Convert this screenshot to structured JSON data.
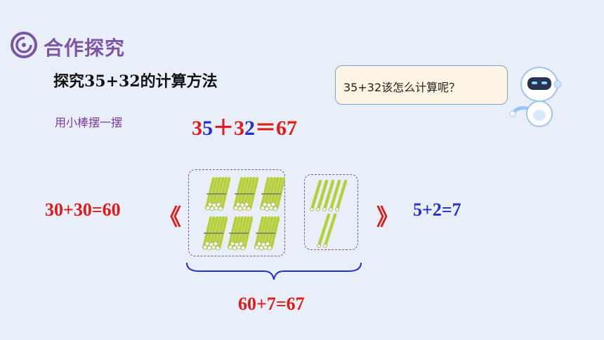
{
  "header": {
    "title": "合作探究"
  },
  "subtitle": "探究35+32的计算方法",
  "speech_bubble": {
    "text": "35+32该怎么计算呢？"
  },
  "method_label": "用小棒摆一摆",
  "main_equation": {
    "a_tens": "3",
    "a_ones": "5",
    "plus": "＋",
    "b_tens": "3",
    "b_ones": "2",
    "equals": "＝",
    "result": "67"
  },
  "tens_equation": "30+30=60",
  "ones_equation": "5+2=7",
  "arrow_left": "《",
  "arrow_right": "》",
  "sum_equation": "60+7=67",
  "colors": {
    "red": "#e01b1b",
    "blue": "#2330d0",
    "purple": "#7c55a6",
    "stick": "#b7cf3a"
  }
}
